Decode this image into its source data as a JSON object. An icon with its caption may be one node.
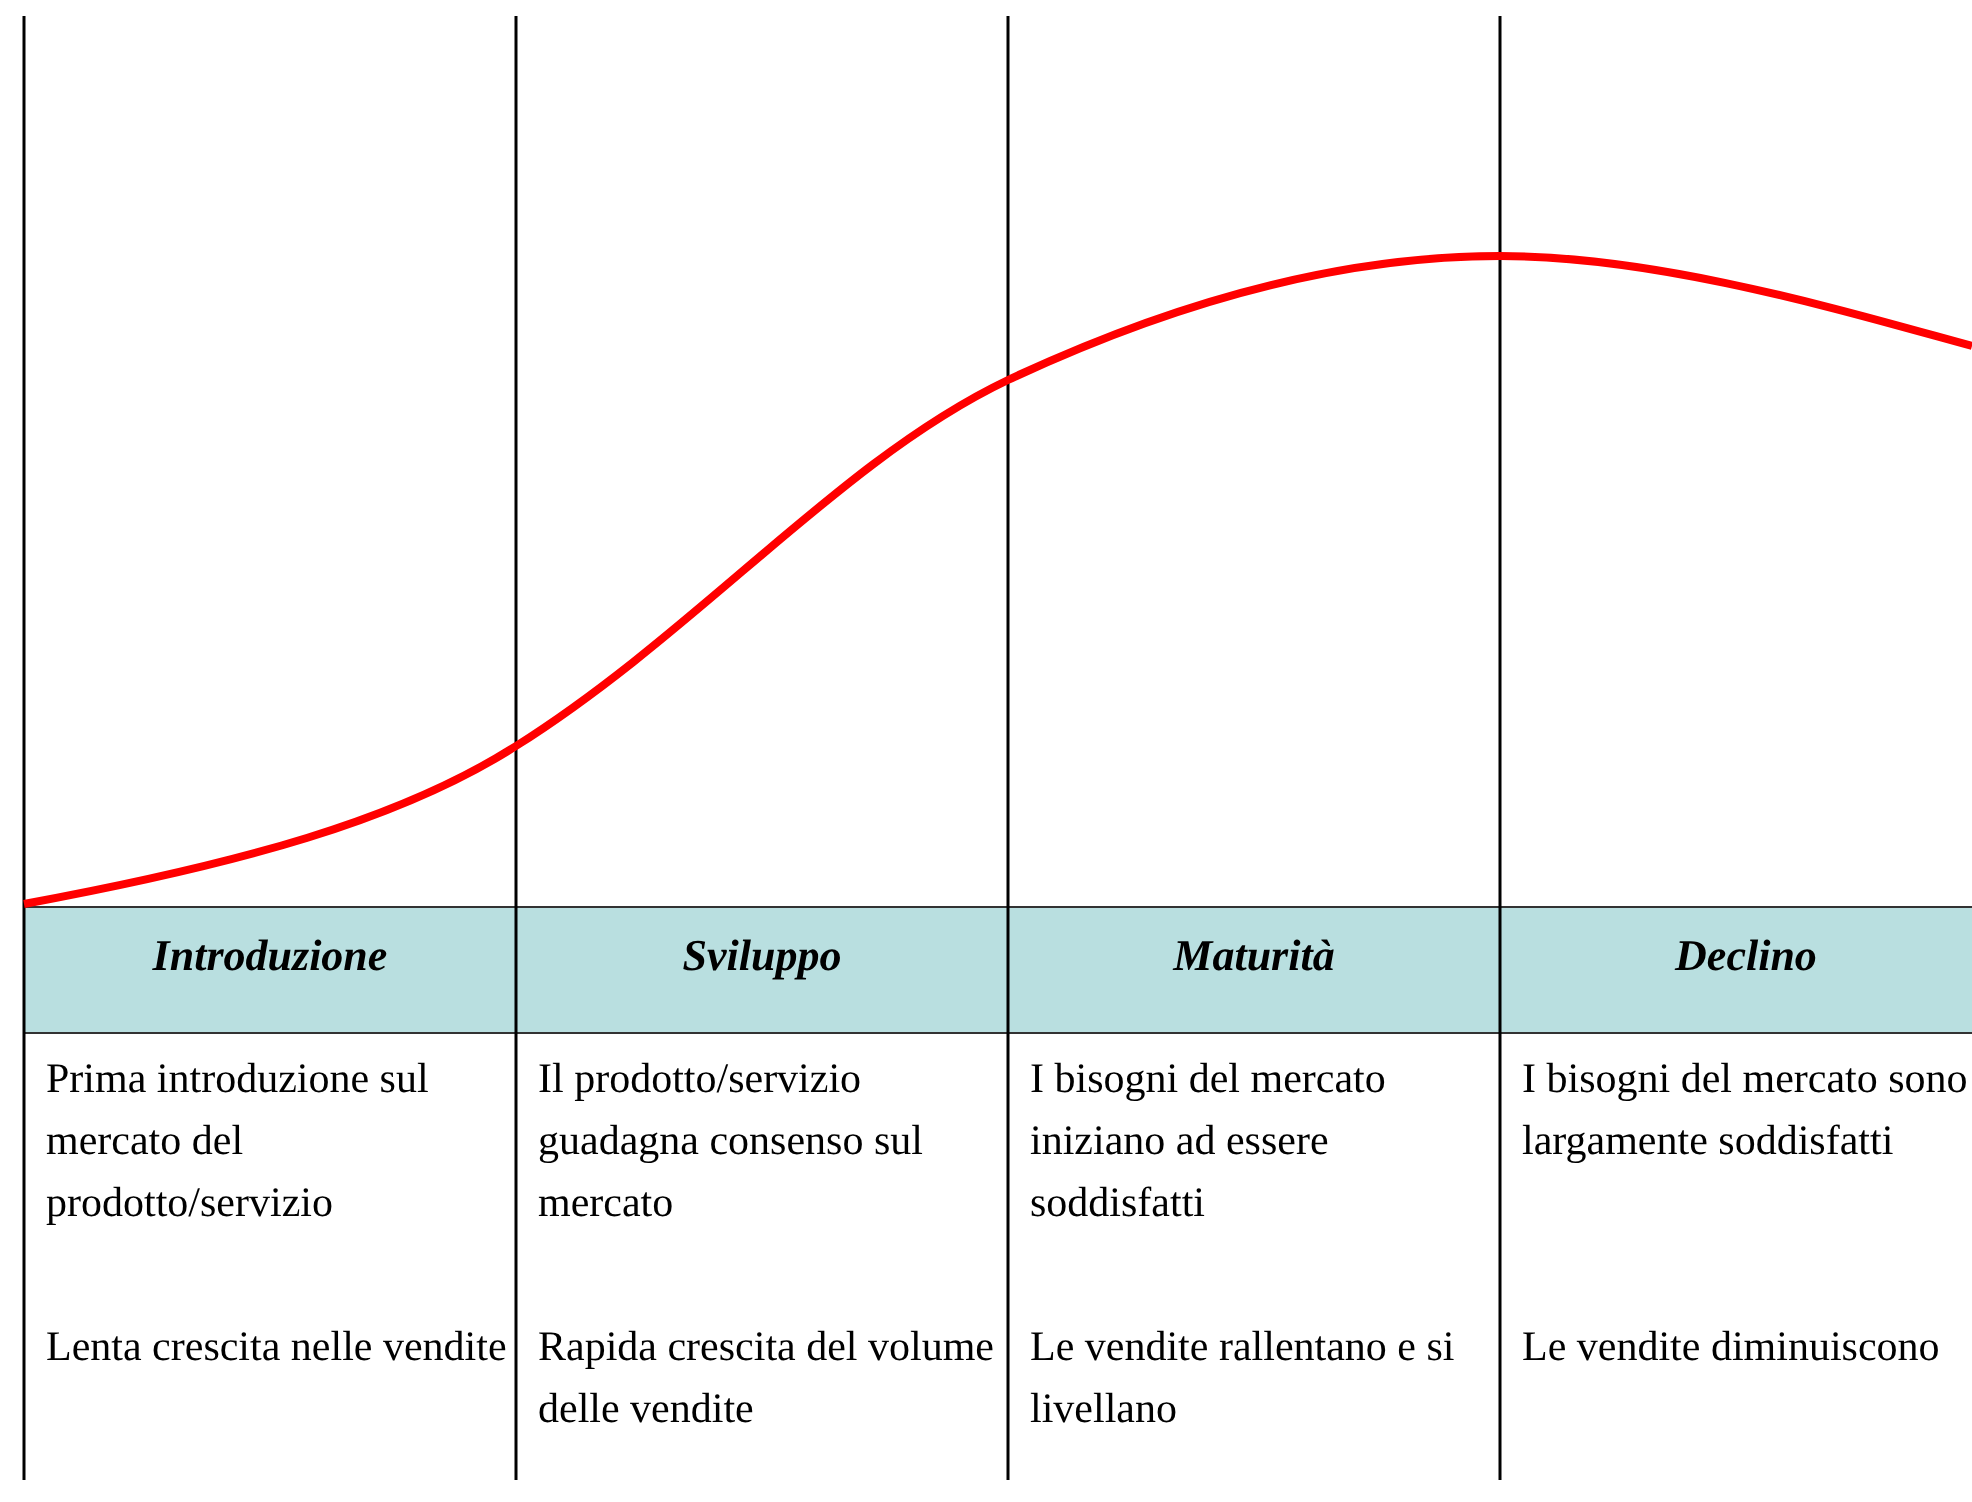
{
  "diagram": {
    "labels": [
      "Introduzione",
      "Sviluppo",
      "Maturità",
      "Declino",
      "Prima introduzione sul mercato del prodotto/servizio",
      "Il prodotto/servizio guadagna consenso sul mercato",
      "I bisogni del mercato iniziano ad essere soddisfatti",
      "I bisogni del mercato sono largamente soddisfatti",
      "Lenta crescita nelle vendite",
      "Rapida crescita del volume delle vendite",
      "Le vendite rallentano e si livellano",
      "Le vendite diminuiscono"
    ]
  }
}
